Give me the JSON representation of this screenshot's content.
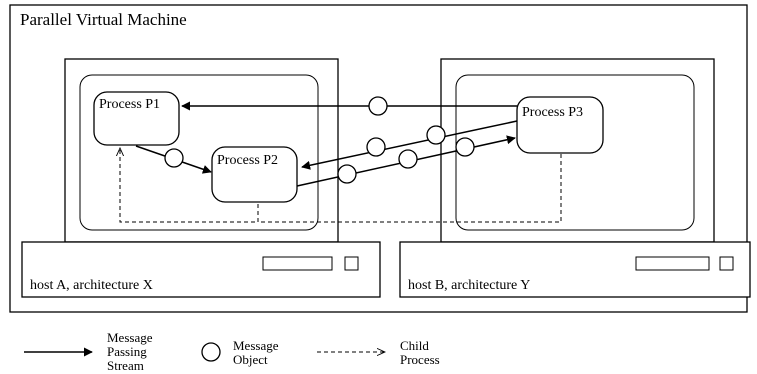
{
  "diagram": {
    "title": "Parallel Virtual Machine",
    "hosts": [
      {
        "id": "host-a",
        "label": "host A, architecture X"
      },
      {
        "id": "host-b",
        "label": "host B, architecture Y"
      }
    ],
    "processes": [
      {
        "id": "p1",
        "label": "Process P1"
      },
      {
        "id": "p2",
        "label": "Process P2"
      },
      {
        "id": "p3",
        "label": "Process P3"
      }
    ],
    "message_streams": [
      {
        "from": "Process P3",
        "to": "Process P1",
        "message_objects": 1
      },
      {
        "from": "Process P1",
        "to": "Process P2",
        "message_objects": 1
      },
      {
        "from": "Process P3",
        "to": "Process P2",
        "message_objects": 2
      },
      {
        "from": "Process P2",
        "to": "Process P3",
        "message_objects": 3
      }
    ],
    "child_process_links": [
      {
        "from": "Process P2",
        "to": "Process P1"
      },
      {
        "from": "Process P3",
        "to": "Process P1"
      }
    ]
  },
  "legend": {
    "message_stream": [
      "Message",
      "Passing",
      "Stream"
    ],
    "message_object": [
      "Message",
      "Object"
    ],
    "child_process": [
      "Child",
      "Process"
    ]
  }
}
